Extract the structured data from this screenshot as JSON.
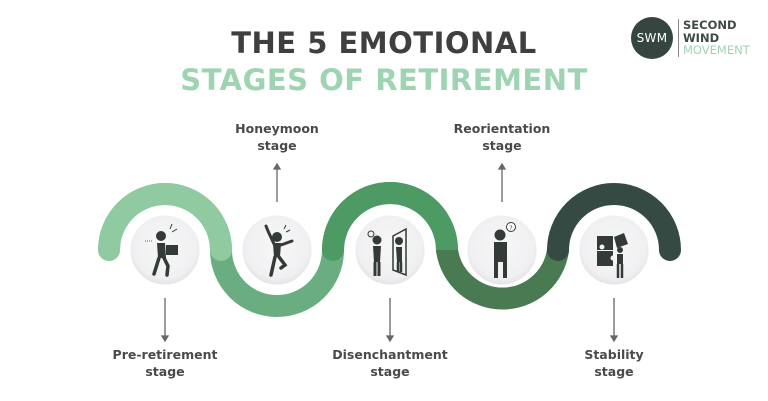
{
  "title": {
    "line1": "THE 5 EMOTIONAL",
    "line2": "STAGES OF RETIREMENT"
  },
  "logo": {
    "mark": "SWM",
    "line1": "SECOND",
    "line2": "WIND",
    "line3": "MOVEMENT"
  },
  "colors": {
    "title_dark": "#3f3f3f",
    "title_green": "#9fd4b2",
    "stage1": "#8fcaa0",
    "stage2": "#6aad80",
    "stage3": "#4e9a64",
    "stage4": "#4a7a52",
    "stage5": "#354a42"
  },
  "stages": [
    {
      "name": "Pre-retirement",
      "sub": "stage",
      "icon": "person-carrying-box-icon",
      "label_position": "below"
    },
    {
      "name": "Honeymoon",
      "sub": "stage",
      "icon": "person-jumping-joy-icon",
      "label_position": "above"
    },
    {
      "name": "Disenchantment",
      "sub": "stage",
      "icon": "person-sad-mirror-icon",
      "label_position": "below"
    },
    {
      "name": "Reorientation",
      "sub": "stage",
      "icon": "person-thinking-question-icon",
      "label_position": "above"
    },
    {
      "name": "Stability",
      "sub": "stage",
      "icon": "person-puzzle-pieces-icon",
      "label_position": "below"
    }
  ]
}
